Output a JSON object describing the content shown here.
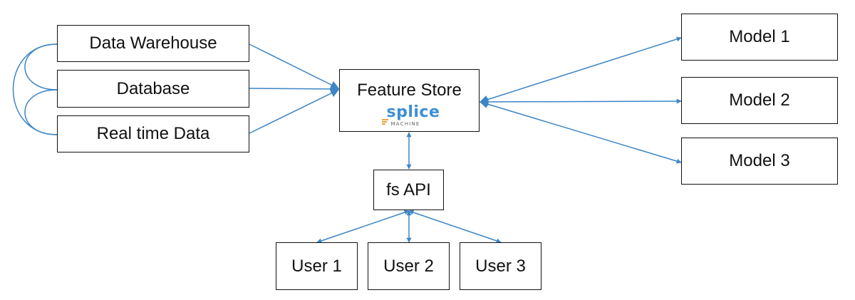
{
  "colors": {
    "edge": "#3d85c6",
    "box_border": "#111111",
    "text": "#111111",
    "logo_blue": "#3d8fd6",
    "logo_orange": "#e8a43c",
    "logo_gray": "#666666"
  },
  "sources": {
    "warehouse": "Data Warehouse",
    "database": "Database",
    "realtime": "Real time Data"
  },
  "feature_store": {
    "label": "Feature Store",
    "logo_text": "splice",
    "logo_subtext": "MACHINE"
  },
  "api": {
    "label": "fs API"
  },
  "models": [
    "Model 1",
    "Model 2",
    "Model 3"
  ],
  "users": [
    "User 1",
    "User 2",
    "User 3"
  ]
}
